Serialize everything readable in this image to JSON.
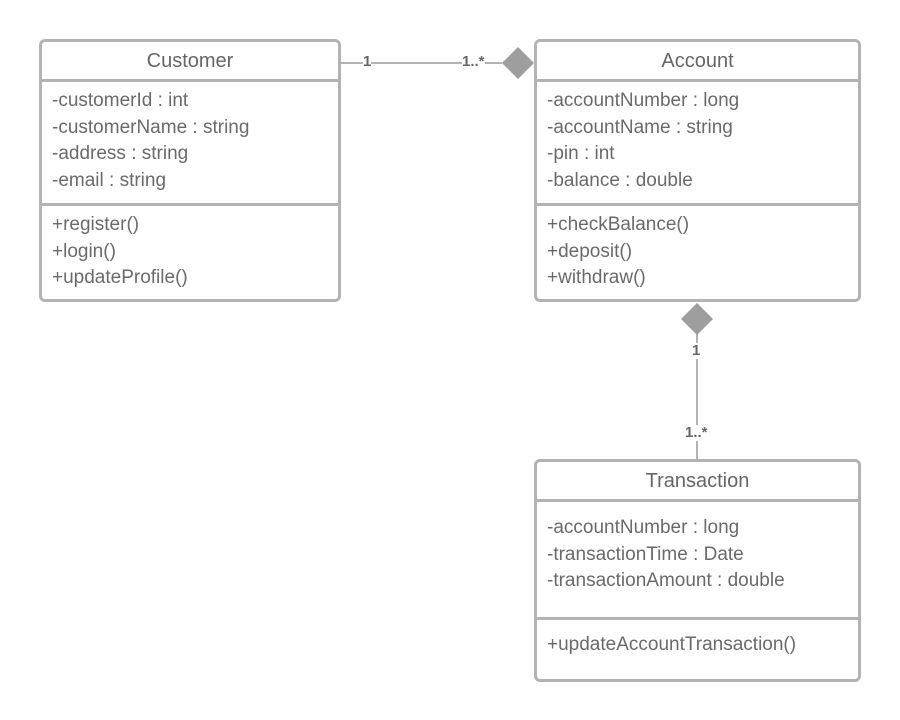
{
  "classes": {
    "customer": {
      "name": "Customer",
      "attributes": [
        "-customerId : int",
        "-customerName : string",
        "-address : string",
        "-email : string"
      ],
      "operations": [
        "+register()",
        "+login()",
        "+updateProfile()"
      ]
    },
    "account": {
      "name": "Account",
      "attributes": [
        "-accountNumber : long",
        "-accountName : string",
        "-pin : int",
        "-balance : double"
      ],
      "operations": [
        "+checkBalance()",
        "+deposit()",
        "+withdraw()"
      ]
    },
    "transaction": {
      "name": "Transaction",
      "attributes": [
        "-accountNumber : long",
        "-transactionTime : Date",
        "-transactionAmount : double"
      ],
      "operations": [
        "+updateAccountTransaction()"
      ]
    }
  },
  "associations": {
    "customer_account": {
      "type": "composition",
      "customer_end": "1",
      "account_end": "1..*"
    },
    "account_transaction": {
      "type": "composition",
      "account_end": "1",
      "transaction_end": "1..*"
    }
  },
  "colors": {
    "border": "#b3b3b3",
    "text": "#6a6a6a",
    "diamond": "#9e9e9e"
  }
}
